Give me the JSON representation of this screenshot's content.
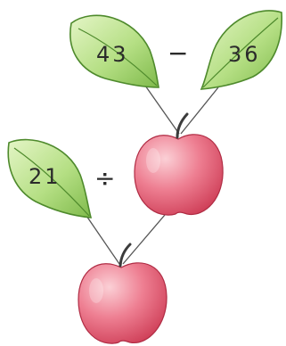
{
  "top_leaves": {
    "left_number": "43",
    "operator": "−",
    "right_number": "36"
  },
  "middle": {
    "leaf_number": "21",
    "operator": "÷"
  },
  "colors": {
    "leaf_light": "#d9f0b4",
    "leaf_dark": "#8cc657",
    "leaf_outline": "#4e8a2c",
    "apple_light": "#f6b3bd",
    "apple_dark": "#d8435c",
    "stem": "#3b3b3b",
    "line": "#555555"
  }
}
